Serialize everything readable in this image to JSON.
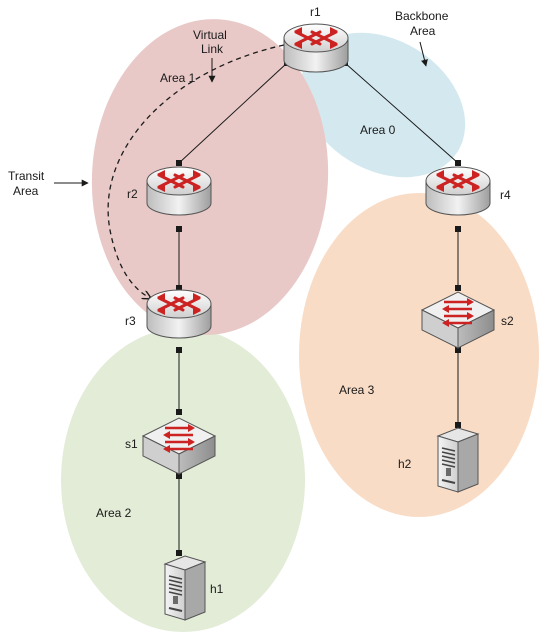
{
  "areas": [
    {
      "id": "area1",
      "label": "Area 1",
      "color": "#e8c9c7"
    },
    {
      "id": "area0",
      "label": "Area 0",
      "color": "#d4e9ef"
    },
    {
      "id": "area3",
      "label": "Area 3",
      "color": "#f9dcc6"
    },
    {
      "id": "area2",
      "label": "Area 2",
      "color": "#e3ecd7"
    }
  ],
  "annotations": {
    "virtual_link": [
      "Virtual",
      "Link"
    ],
    "backbone": [
      "Backbone",
      "Area"
    ],
    "transit": [
      "Transit",
      "Area"
    ]
  },
  "nodes": [
    {
      "id": "r1",
      "label": "r1",
      "kind": "router"
    },
    {
      "id": "r2",
      "label": "r2",
      "kind": "router"
    },
    {
      "id": "r3",
      "label": "r3",
      "kind": "router"
    },
    {
      "id": "r4",
      "label": "r4",
      "kind": "router"
    },
    {
      "id": "s1",
      "label": "s1",
      "kind": "switch"
    },
    {
      "id": "s2",
      "label": "s2",
      "kind": "switch"
    },
    {
      "id": "h1",
      "label": "h1",
      "kind": "host"
    },
    {
      "id": "h2",
      "label": "h2",
      "kind": "host"
    }
  ],
  "links": [
    {
      "from": "r1",
      "to": "r2"
    },
    {
      "from": "r1",
      "to": "r4"
    },
    {
      "from": "r2",
      "to": "r3"
    },
    {
      "from": "r3",
      "to": "s1"
    },
    {
      "from": "s1",
      "to": "h1"
    },
    {
      "from": "r4",
      "to": "s2"
    },
    {
      "from": "s2",
      "to": "h2"
    }
  ],
  "colors": {
    "device_red": "#cc2222",
    "device_body": "#d8d8d8",
    "link": "#1a1a1a"
  }
}
